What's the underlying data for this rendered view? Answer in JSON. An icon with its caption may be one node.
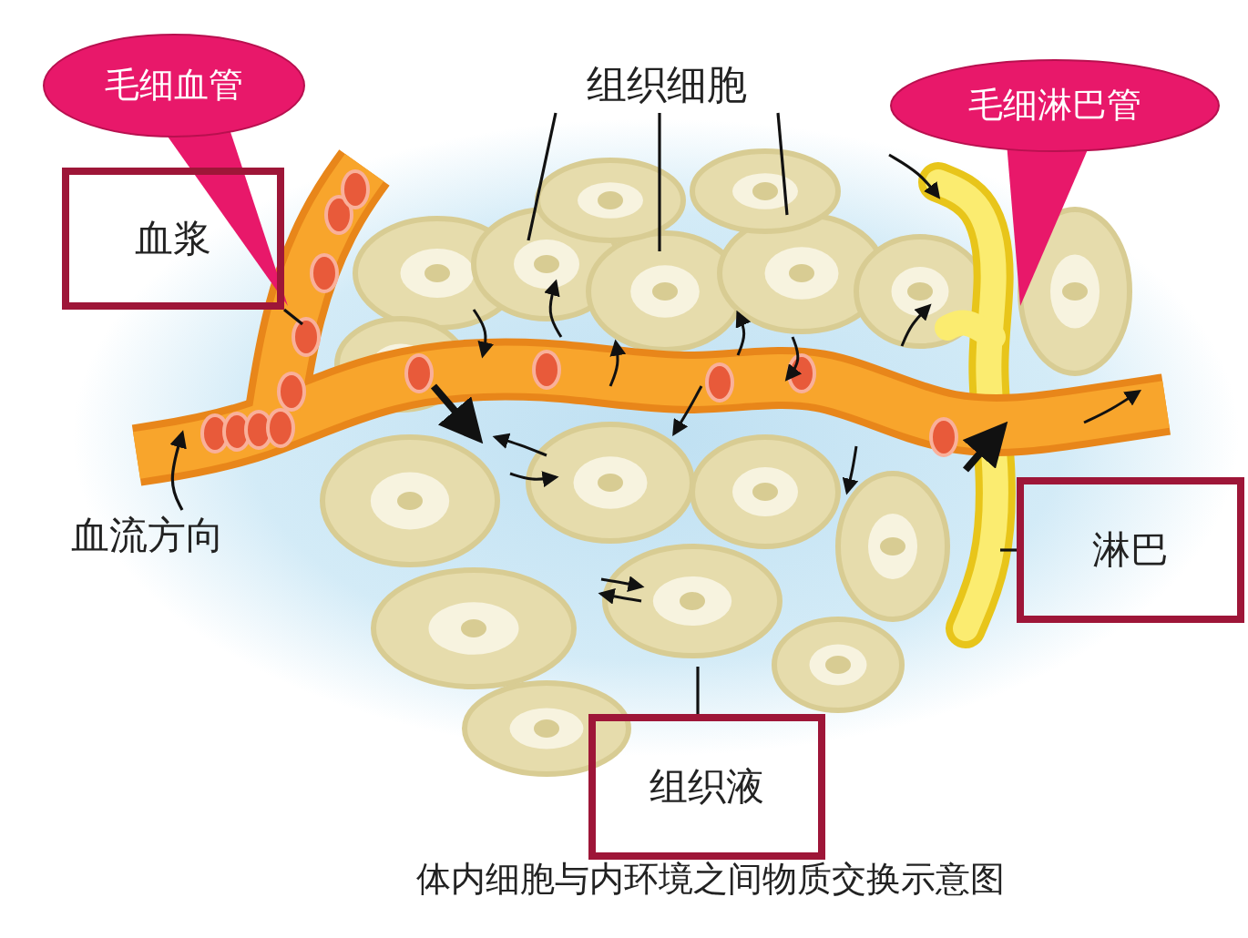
{
  "diagram": {
    "caption": "体内细胞与内环境之间物质交换示意图",
    "nodes": [
      {
        "text": [
          "毛细血管"
        ]
      },
      {
        "text": [
          "血浆"
        ]
      },
      {
        "text": [
          "组织细胞"
        ]
      },
      {
        "text": [
          "毛细淋巴管"
        ]
      },
      {
        "text": [
          "血流方向"
        ]
      },
      {
        "text": [
          "淋巴"
        ]
      },
      {
        "text": [
          "组织液"
        ]
      }
    ],
    "edges": [
      {
        "from": 0,
        "to": null,
        "arrow": "to"
      },
      {
        "from": 1,
        "to": null,
        "arrow": "none"
      },
      {
        "from": 2,
        "to": null,
        "arrow": "none"
      },
      {
        "from": 2,
        "to": null,
        "arrow": "none"
      },
      {
        "from": 2,
        "to": null,
        "arrow": "none"
      },
      {
        "from": 3,
        "to": null,
        "arrow": "to"
      },
      {
        "from": 4,
        "to": null,
        "arrow": "to"
      },
      {
        "from": 5,
        "to": null,
        "arrow": "none"
      },
      {
        "from": 6,
        "to": null,
        "arrow": "none"
      }
    ]
  }
}
